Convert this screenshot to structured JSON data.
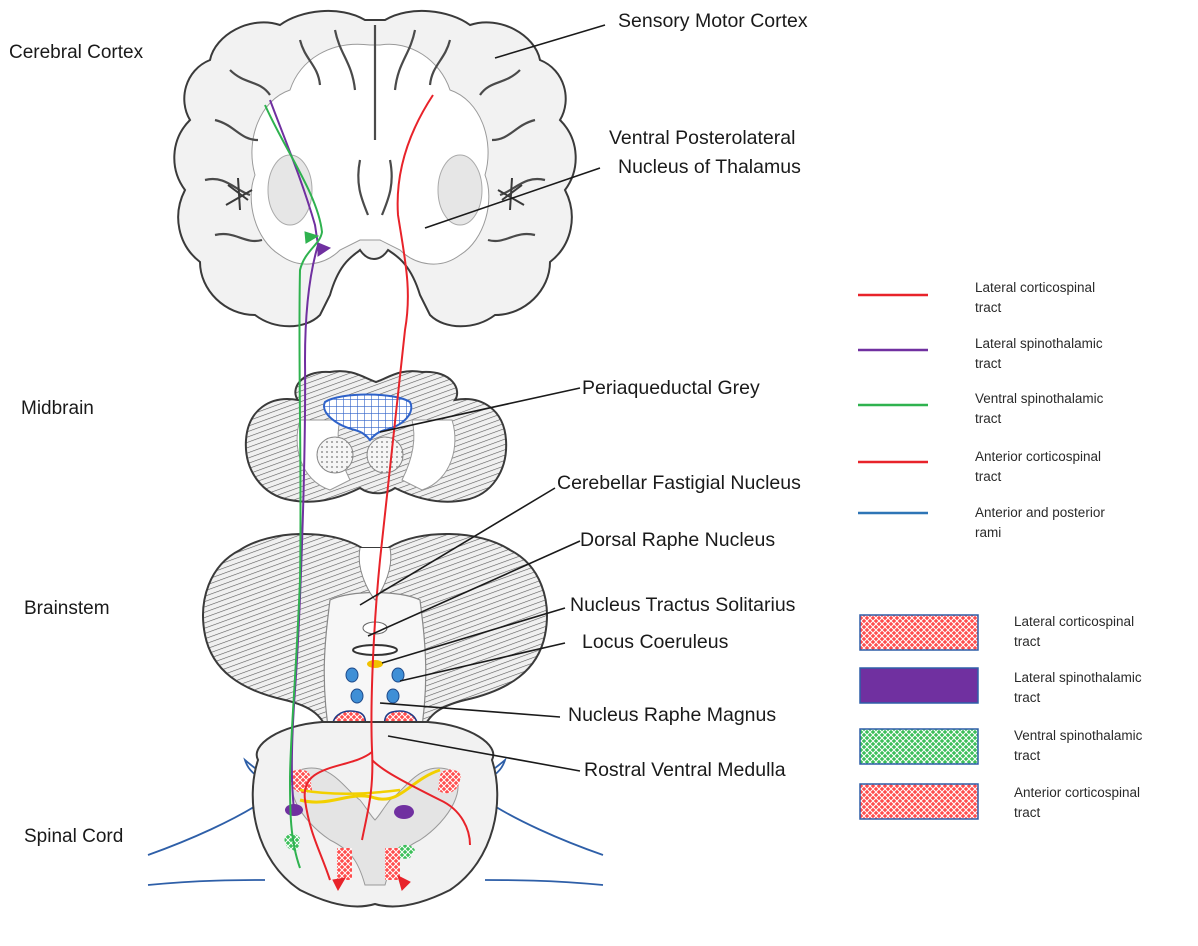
{
  "regions": {
    "cerebral_cortex": "Cerebral Cortex",
    "midbrain": "Midbrain",
    "brainstem": "Brainstem",
    "spinal_cord": "Spinal Cord"
  },
  "callouts": {
    "sensory_motor_cortex": "Sensory Motor Cortex",
    "vpl_line1": "Ventral Posterolateral",
    "vpl_line2": "Nucleus of Thalamus",
    "periaqueductal_grey": "Periaqueductal Grey",
    "cerebellar_fastigial": "Cerebellar Fastigial Nucleus",
    "dorsal_raphe": "Dorsal Raphe Nucleus",
    "nts": "Nucleus Tractus Solitarius",
    "locus_coeruleus": "Locus Coeruleus",
    "raphe_magnus": "Nucleus Raphe Magnus",
    "rvm": "Rostral Ventral Medulla"
  },
  "line_legend": [
    {
      "line1": "Lateral corticospinal",
      "line2": "tract",
      "color": "#e8232a"
    },
    {
      "line1": "Lateral spinothalamic",
      "line2": "tract",
      "color": "#7030a0"
    },
    {
      "line1": "Ventral spinothalamic",
      "line2": "tract",
      "color": "#2fb24f"
    },
    {
      "line1": "Anterior corticospinal",
      "line2": "tract",
      "color": "#e8232a"
    },
    {
      "line1": "Anterior and posterior",
      "line2": "rami",
      "color": "#2e75b6"
    }
  ],
  "area_legend": [
    {
      "line1": "Lateral corticospinal",
      "line2": "tract",
      "fill": "red-hatch"
    },
    {
      "line1": "Lateral spinothalamic",
      "line2": "tract",
      "fill": "#7030a0"
    },
    {
      "line1": "Ventral spinothalamic",
      "line2": "tract",
      "fill": "green-hatch"
    },
    {
      "line1": "Anterior corticospinal",
      "line2": "tract",
      "fill": "red-hatch"
    }
  ],
  "colors": {
    "red": "#e8232a",
    "purple": "#7030a0",
    "green": "#2fb24f",
    "blue": "#2e75b6",
    "yellow": "#f2d000"
  }
}
